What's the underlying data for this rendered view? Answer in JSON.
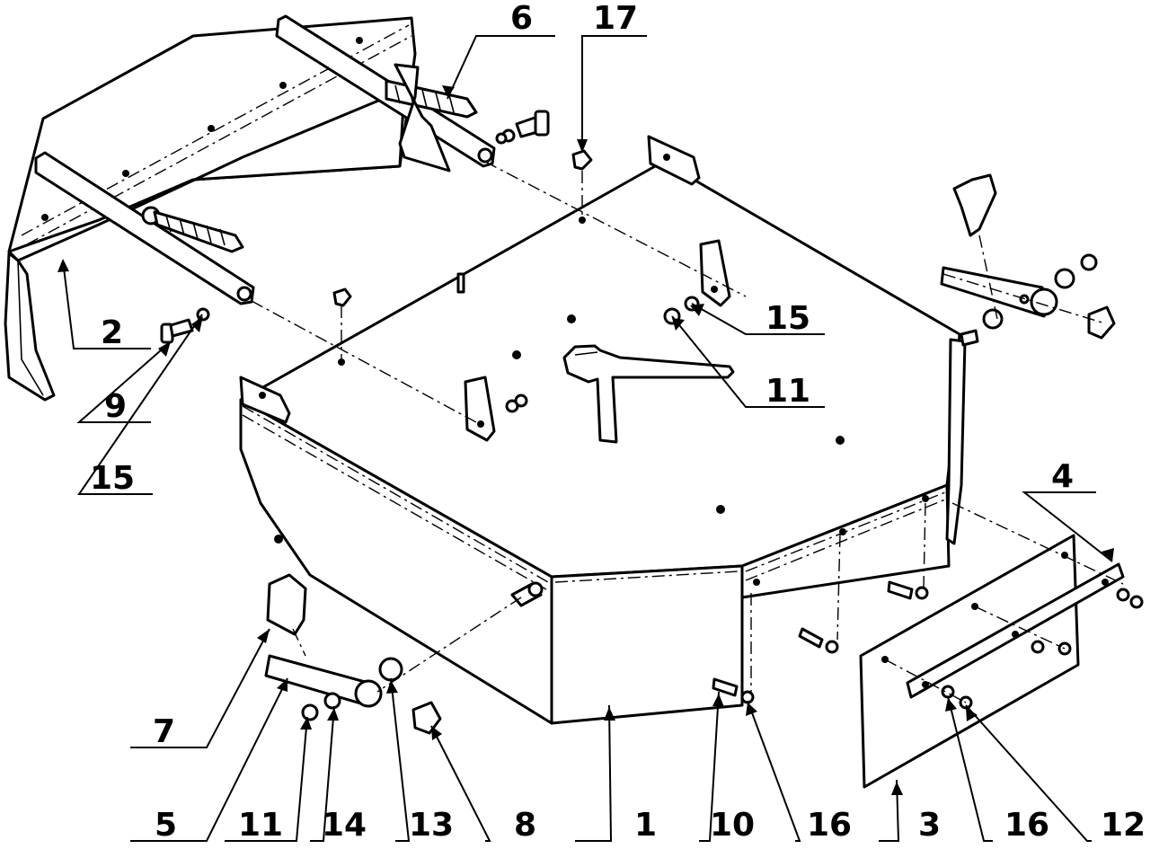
{
  "labels": [
    "6",
    "17",
    "2",
    "9",
    "15",
    "15",
    "11",
    "4",
    "7",
    "5",
    "11",
    "14",
    "13",
    "8",
    "1",
    "10",
    "16",
    "3",
    "16",
    "12"
  ]
}
